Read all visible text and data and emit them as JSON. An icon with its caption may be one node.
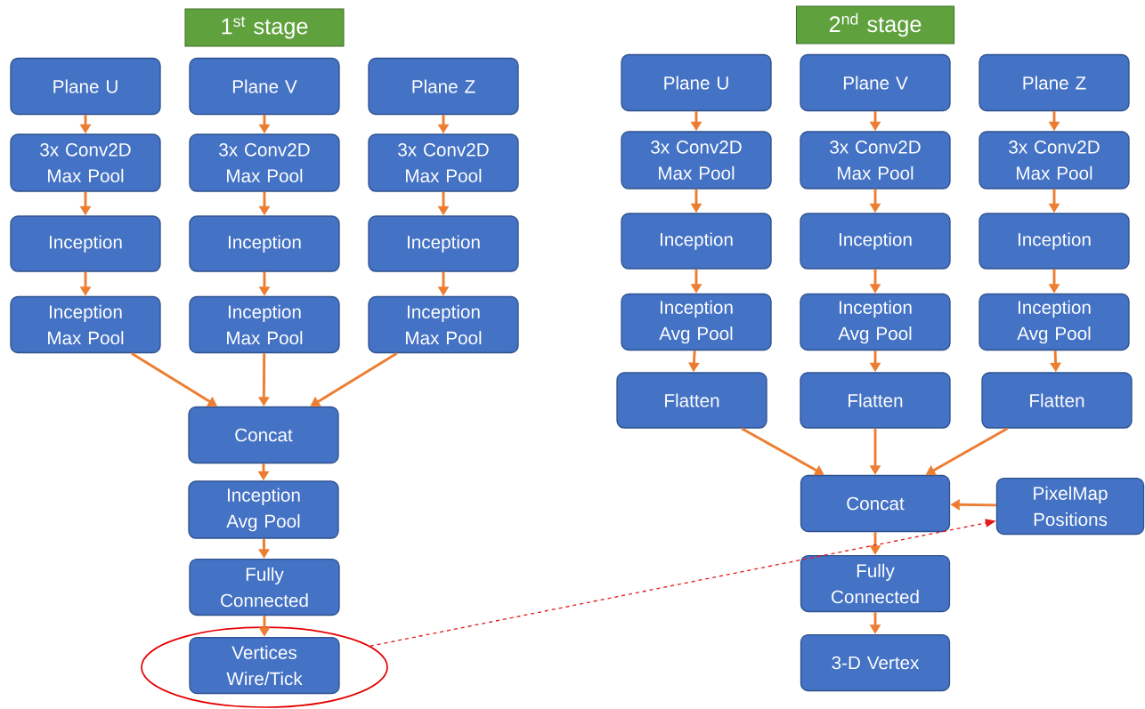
{
  "diagram": {
    "nodes": [
      {
        "text": [
          "1$^{st}$ stage"
        ]
      },
      {
        "text": [
          "Plane U"
        ]
      },
      {
        "text": [
          "Plane V"
        ]
      },
      {
        "text": [
          "Plane Z"
        ]
      },
      {
        "text": [
          "3x Conv2D Max Pool"
        ]
      },
      {
        "text": [
          "3x Conv2D Max Pool"
        ]
      },
      {
        "text": [
          "3x Conv2D Max Pool"
        ]
      },
      {
        "text": [
          "Inception"
        ]
      },
      {
        "text": [
          "Inception"
        ]
      },
      {
        "text": [
          "Inception"
        ]
      },
      {
        "text": [
          "Inception Max Pool"
        ]
      },
      {
        "text": [
          "Inception Max Pool"
        ]
      },
      {
        "text": [
          "Inception Max Pool"
        ]
      },
      {
        "text": [
          "Concat"
        ]
      },
      {
        "text": [
          "Inception Avg Pool"
        ]
      },
      {
        "text": [
          "Fully Connected"
        ]
      },
      {
        "text": [],
        "shape": "ellipse"
      },
      {
        "text": [
          "Vertices Wire/Tick"
        ],
        "in": 16
      },
      {
        "text": [
          "2$^{nd}$ stage"
        ]
      },
      {
        "text": [
          "Plane U"
        ]
      },
      {
        "text": [
          "Plane V"
        ]
      },
      {
        "text": [
          "Plane Z"
        ]
      },
      {
        "text": [
          "3x Conv2D Max Pool"
        ]
      },
      {
        "text": [
          "3x Conv2D Max Pool"
        ]
      },
      {
        "text": [
          "3x Conv2D Max Pool"
        ]
      },
      {
        "text": [
          "Inception"
        ]
      },
      {
        "text": [
          "Inception"
        ]
      },
      {
        "text": [
          "Inception"
        ]
      },
      {
        "text": [
          "Inception Avg Pool"
        ]
      },
      {
        "text": [
          "Inception Avg Pool"
        ]
      },
      {
        "text": [
          "Inception Avg Pool"
        ]
      },
      {
        "text": [
          "Flatten"
        ]
      },
      {
        "text": [
          "Flatten"
        ]
      },
      {
        "text": [
          "Flatten"
        ]
      },
      {
        "text": [
          "Concat"
        ]
      },
      {
        "text": [
          "PixelMap Positions"
        ]
      },
      {
        "text": [
          "Fully Connected"
        ]
      },
      {
        "text": [
          "3-D Vertex"
        ]
      }
    ],
    "edges": [
      {
        "from": 1,
        "to": 4,
        "arrow": "to"
      },
      {
        "from": 2,
        "to": 5,
        "arrow": "to"
      },
      {
        "from": 3,
        "to": 6,
        "arrow": "to"
      },
      {
        "from": 4,
        "to": 7,
        "arrow": "to"
      },
      {
        "from": 5,
        "to": 8,
        "arrow": "to"
      },
      {
        "from": 6,
        "to": 9,
        "arrow": "to"
      },
      {
        "from": 7,
        "to": 10,
        "arrow": "to"
      },
      {
        "from": 8,
        "to": 11,
        "arrow": "to"
      },
      {
        "from": 9,
        "to": 12,
        "arrow": "to"
      },
      {
        "from": 10,
        "to": 13,
        "arrow": "to"
      },
      {
        "from": 11,
        "to": 13,
        "arrow": "to"
      },
      {
        "from": 12,
        "to": 13,
        "arrow": "to"
      },
      {
        "from": 13,
        "to": 14,
        "arrow": "to"
      },
      {
        "from": 14,
        "to": 15,
        "arrow": "to"
      },
      {
        "from": 15,
        "to": 17,
        "arrow": "to"
      },
      {
        "from": 19,
        "to": 22,
        "arrow": "to"
      },
      {
        "from": 20,
        "to": 23,
        "arrow": "to"
      },
      {
        "from": 21,
        "to": 24,
        "arrow": "to"
      },
      {
        "from": 22,
        "to": 25,
        "arrow": "to"
      },
      {
        "from": 23,
        "to": 26,
        "arrow": "to"
      },
      {
        "from": 24,
        "to": 27,
        "arrow": "to"
      },
      {
        "from": 25,
        "to": 28,
        "arrow": "to"
      },
      {
        "from": 26,
        "to": 29,
        "arrow": "to"
      },
      {
        "from": 27,
        "to": 30,
        "arrow": "to"
      },
      {
        "from": 28,
        "to": 31,
        "arrow": "to"
      },
      {
        "from": 29,
        "to": 32,
        "arrow": "to"
      },
      {
        "from": 30,
        "to": 33,
        "arrow": "to"
      },
      {
        "from": 31,
        "to": 34,
        "arrow": "to"
      },
      {
        "from": 32,
        "to": 34,
        "arrow": "to"
      },
      {
        "from": 33,
        "to": 34,
        "arrow": "to"
      },
      {
        "from": 35,
        "to": 34,
        "arrow": "to"
      },
      {
        "from": 34,
        "to": 36,
        "arrow": "to"
      },
      {
        "from": 36,
        "to": 37,
        "arrow": "to"
      },
      {
        "from": 16,
        "to": 35,
        "arrow": "to",
        "style": "dashed",
        "color": "#e31a1c"
      }
    ]
  }
}
